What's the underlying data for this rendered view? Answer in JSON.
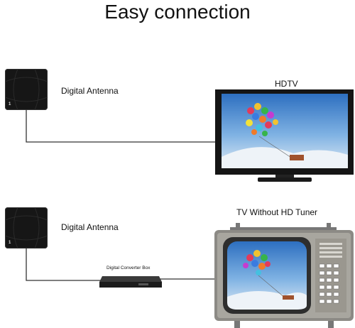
{
  "page": {
    "title": "Easy connection"
  },
  "top_setup": {
    "antenna_label": "Digital Antenna",
    "antenna_logo": "1",
    "tv_label": "HDTV"
  },
  "bottom_setup": {
    "antenna_label": "Digital Antenna",
    "antenna_logo": "1",
    "converter_label": "Digital Converter Box",
    "tv_label": "TV Without HD Tuner"
  },
  "colors": {
    "background": "#ffffff",
    "wire": "#333333",
    "antenna": "#161616",
    "retro_tv_body": "#8c8a85"
  }
}
